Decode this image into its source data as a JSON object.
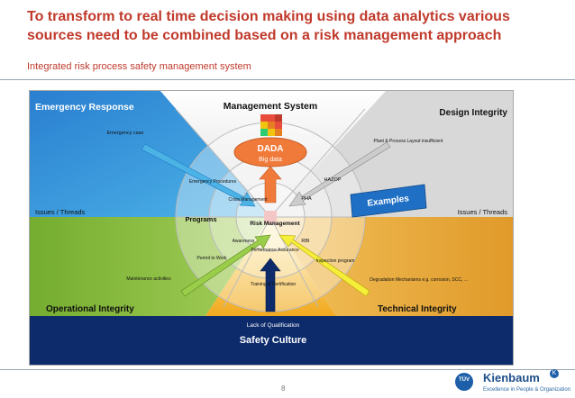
{
  "header": {
    "title": "To transform to real time decision making using data analytics various sources need to be combined based on a risk management approach",
    "subtitle": "Integrated risk process safety management system"
  },
  "diagram": {
    "quadrants": {
      "emergency_response": "Emergency Response",
      "design_integrity": "Design Integrity",
      "operational_integrity": "Operational Integrity",
      "technical_integrity": "Technical Integrity",
      "management_system": "Management System",
      "safety_culture": "Safety Culture"
    },
    "issues_left": "Issues / Threads",
    "issues_right": "Issues / Threads",
    "dada": "DADA",
    "big_data": "Big data",
    "examples": "Examples",
    "programs": "Programs",
    "risk_management": "Risk Management",
    "ring_labels": {
      "emergency_procedures": "Emergency Procedures",
      "crisis_management": "Crisis Management",
      "pha": "PHA",
      "hazop": "HAZOP",
      "awareness": "Awareness",
      "rbi": "RBI",
      "performance_assurance": "Performance Assurance",
      "permit_to_work": "Permit to Work",
      "inspection_program": "Inspection program",
      "training_certification": "Training & Certification"
    },
    "outer_labels": {
      "emergency_case": "Emergency case",
      "plant_process": "Plant & Process Layout insufficient",
      "maintenance": "Maintenance activities",
      "degradation": "Degradation Mechanisms e.g. corrosion, SCC, …",
      "lack_of_qualification": "Lack of Qualification"
    }
  },
  "footer": {
    "page_number": "8",
    "brand": "Kienbaum",
    "brand_mark": "K",
    "tagline": "Excellence in People & Organization",
    "tuv": "TÜV"
  },
  "colors": {
    "title_red": "#c0392b",
    "emergency_blue": "#1f7bc4",
    "operational_green": "#8cbf3f",
    "technical_orange": "#e6a532",
    "safety_navy": "#0d2b6b",
    "dada_orange": "#f07a3a",
    "examples_blue": "#1f6fc4"
  }
}
